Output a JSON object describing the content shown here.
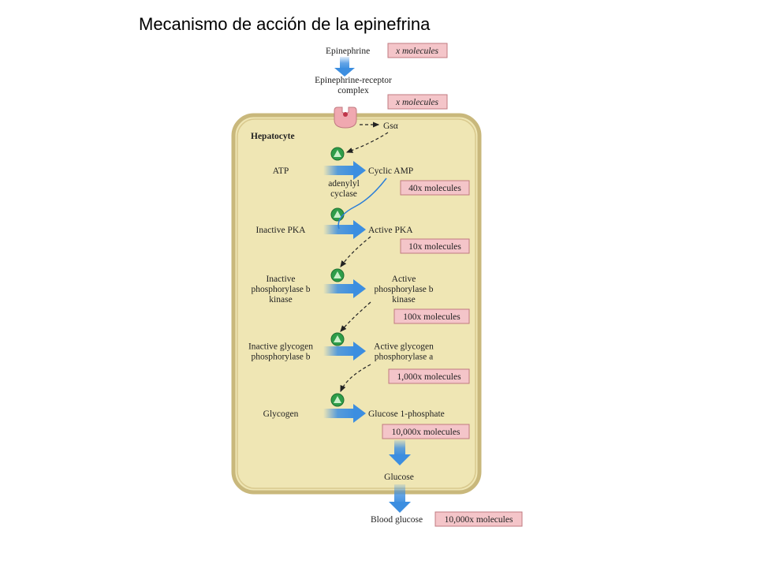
{
  "title": "Mecanismo de acción de la epinefrina",
  "colors": {
    "cell_fill": "#efe6b4",
    "cell_border": "#c9b87c",
    "box_fill": "#f4c5c9",
    "box_border": "#c07a80",
    "arrow_blue": "#3c8ee0",
    "enzyme_green": "#2e9d49",
    "receptor_pink": "#f0a8b0"
  },
  "icons": {
    "receptor": "receptor-icon",
    "enzyme": "enzyme-triangle-icon",
    "arrow": "blue-arrow-icon"
  },
  "top": {
    "epinephrine": "Epinephrine",
    "epinephrine_amount": "x molecules",
    "complex_line1": "Epinephrine-receptor",
    "complex_line2": "complex",
    "complex_amount": "x molecules",
    "gs_alpha": "Gsα"
  },
  "cell": {
    "name": "Hepatocyte"
  },
  "steps": [
    {
      "left": [
        "ATP"
      ],
      "right": [
        "Cyclic AMP"
      ],
      "enzyme": [
        "adenylyl",
        "cyclase"
      ],
      "amount": "40x molecules"
    },
    {
      "left": [
        "Inactive PKA"
      ],
      "right": [
        "Active PKA"
      ],
      "amount": "10x molecules"
    },
    {
      "left": [
        "Inactive",
        "phosphorylase b",
        "kinase"
      ],
      "right": [
        "Active",
        "phosphorylase b",
        "kinase"
      ],
      "amount": "100x molecules"
    },
    {
      "left": [
        "Inactive glycogen",
        "phosphorylase b"
      ],
      "right": [
        "Active glycogen",
        "phosphorylase a"
      ],
      "amount": "1,000x molecules"
    },
    {
      "left": [
        "Glycogen"
      ],
      "right": [
        "Glucose 1-phosphate"
      ],
      "amount": "10,000x molecules"
    }
  ],
  "bottom": {
    "glucose": "Glucose",
    "blood_glucose": "Blood glucose",
    "blood_amount": "10,000x molecules"
  }
}
